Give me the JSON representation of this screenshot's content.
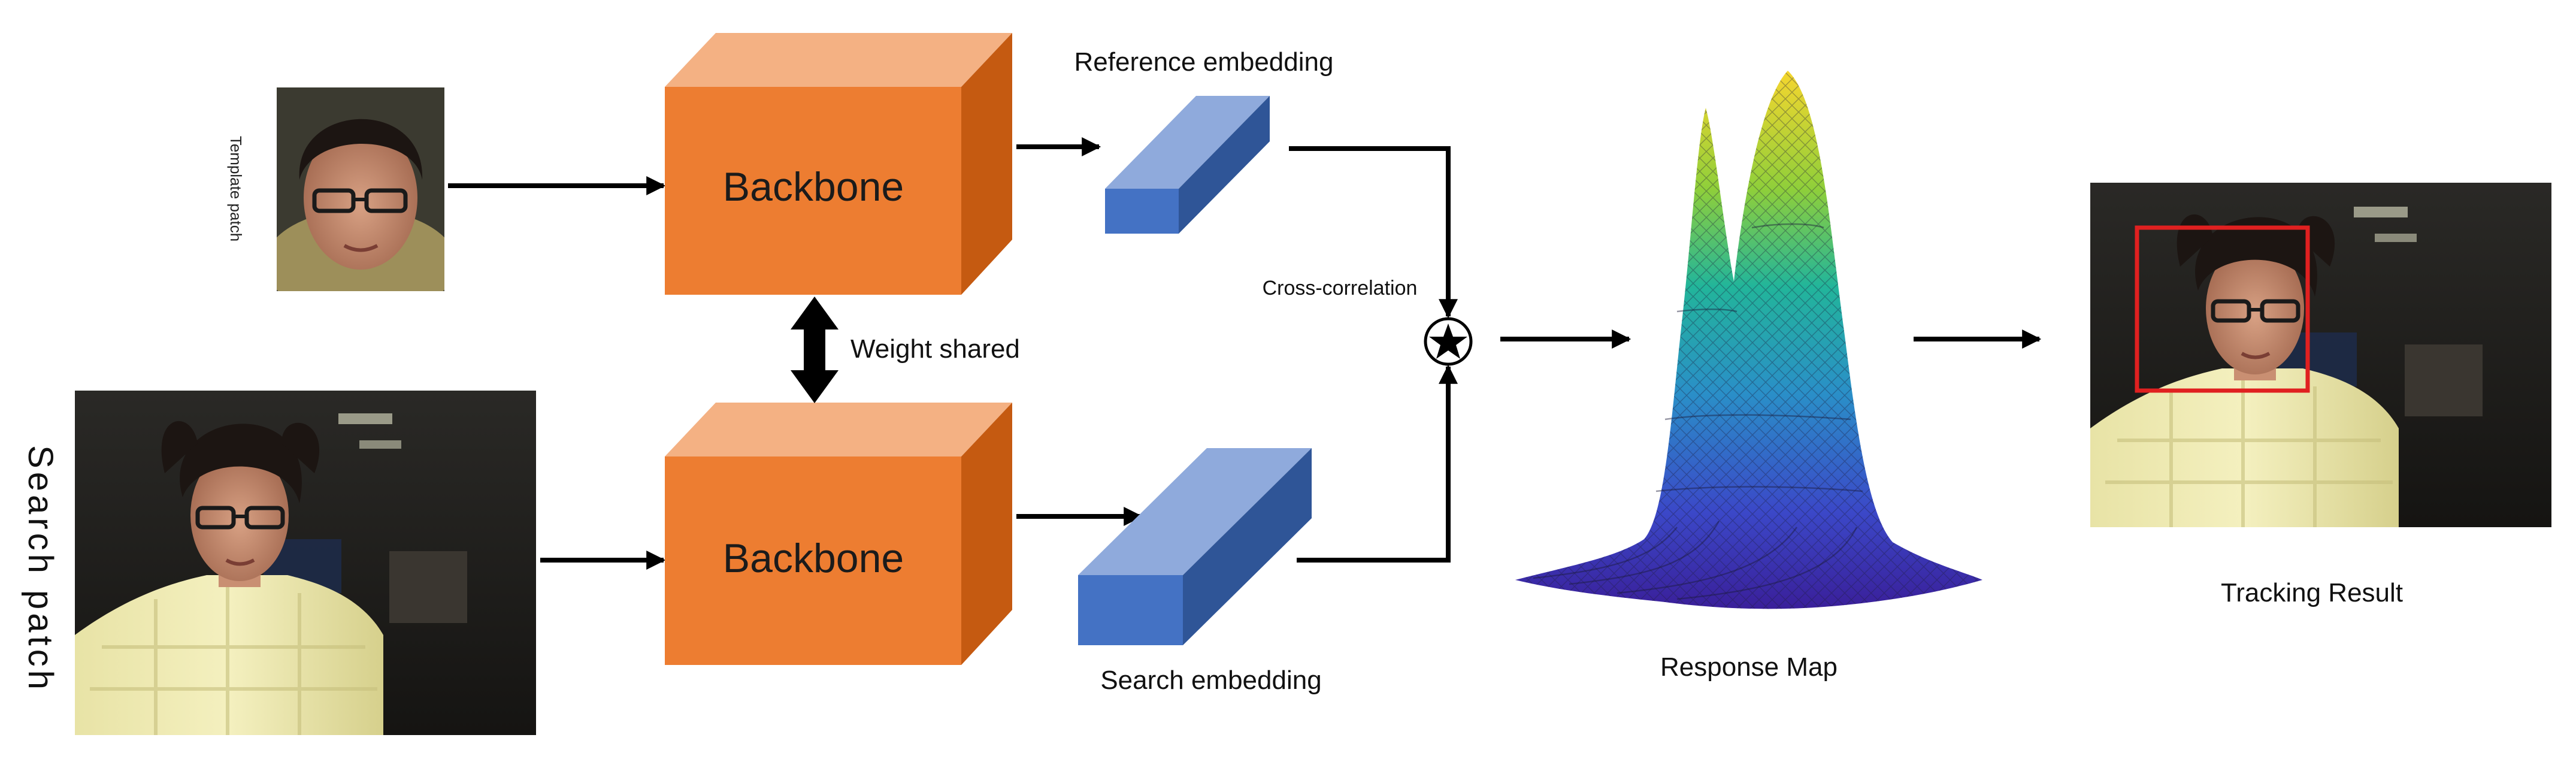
{
  "labels": {
    "template_patch": "Template patch",
    "search_patch": "Search patch",
    "backbone_top": "Backbone",
    "backbone_bottom": "Backbone",
    "weight_shared": "Weight shared",
    "reference_embedding": "Reference embedding",
    "search_embedding": "Search embedding",
    "cross_correlation": "Cross-correlation",
    "response_map": "Response Map",
    "tracking_result": "Tracking Result"
  },
  "colors": {
    "backbone_front": "#ED7D31",
    "backbone_top": "#F4B183",
    "backbone_side": "#C55A11",
    "embed_front": "#4472C4",
    "embed_top": "#8FAADC",
    "embed_side": "#2F5597",
    "tracking_box": "#E02020",
    "arrow": "#000000"
  }
}
